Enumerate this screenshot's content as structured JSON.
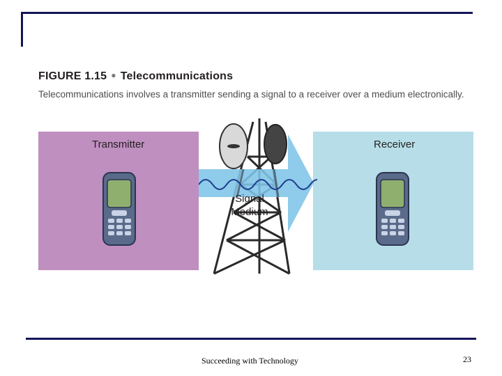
{
  "figure": {
    "number": "FIGURE 1.15",
    "title": "Telecommunications",
    "caption": "Telecommunications involves a transmitter sending a signal to a receiver over a medium electronically."
  },
  "diagram": {
    "transmitter_label": "Transmitter",
    "receiver_label": "Receiver",
    "signal_line1": "Signal",
    "signal_line2": "Medium",
    "colors": {
      "transmitter_panel": "#bf8fbf",
      "receiver_panel": "#b7dee8",
      "arrow": "#7fc4e8",
      "signal_wave": "#1f3f8f",
      "phone_body": "#5a6a8a"
    }
  },
  "footer": {
    "text": "Succeeding with Technology",
    "page_number": "23"
  }
}
